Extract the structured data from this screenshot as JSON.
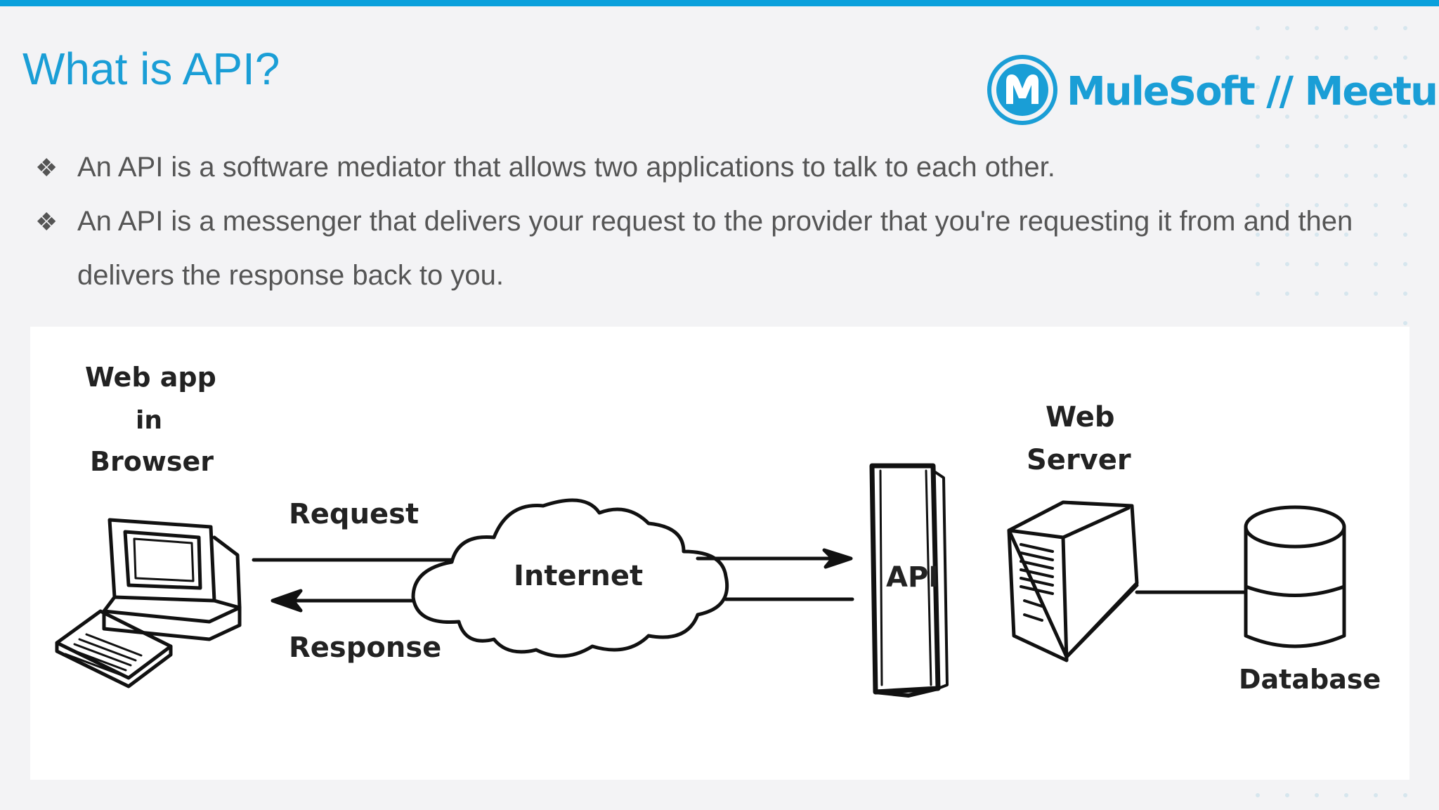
{
  "slide": {
    "title": "What is API?",
    "accent_color": "#1a9ed6",
    "top_bar_color": "#0aa0dc"
  },
  "logo": {
    "text": "MuleSoft // Meetups",
    "icon": "mulesoft-m-logo-icon"
  },
  "bullets": [
    {
      "marker": "❖",
      "text": "An API is a software mediator that allows two applications to talk to each other."
    },
    {
      "marker": "❖",
      "text": "An API is a messenger that delivers your request to the provider that you're requesting it from and then delivers the response back to you."
    }
  ],
  "diagram": {
    "client_label_1": "Web app",
    "client_label_2": "in",
    "client_label_3": "Browser",
    "request_label": "Request",
    "response_label": "Response",
    "internet_label": "Internet",
    "api_label": "API",
    "server_label_1": "Web",
    "server_label_2": "Server",
    "database_label": "Database"
  }
}
